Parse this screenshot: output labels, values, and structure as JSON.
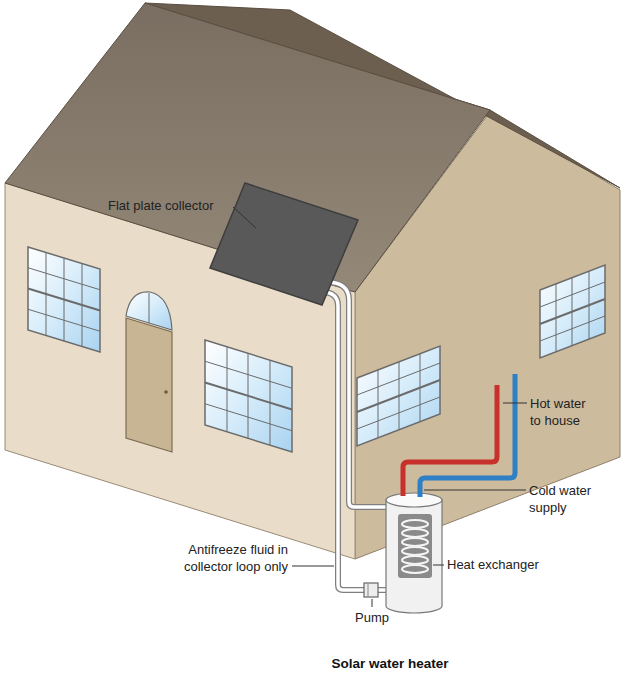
{
  "diagram": {
    "caption": "Solar water heater",
    "labels": [
      "Flat plate collector",
      "Hot water to house",
      "Cold water supply",
      "Antifreeze fluid in collector loop only",
      "Heat exchanger",
      "Pump"
    ]
  }
}
